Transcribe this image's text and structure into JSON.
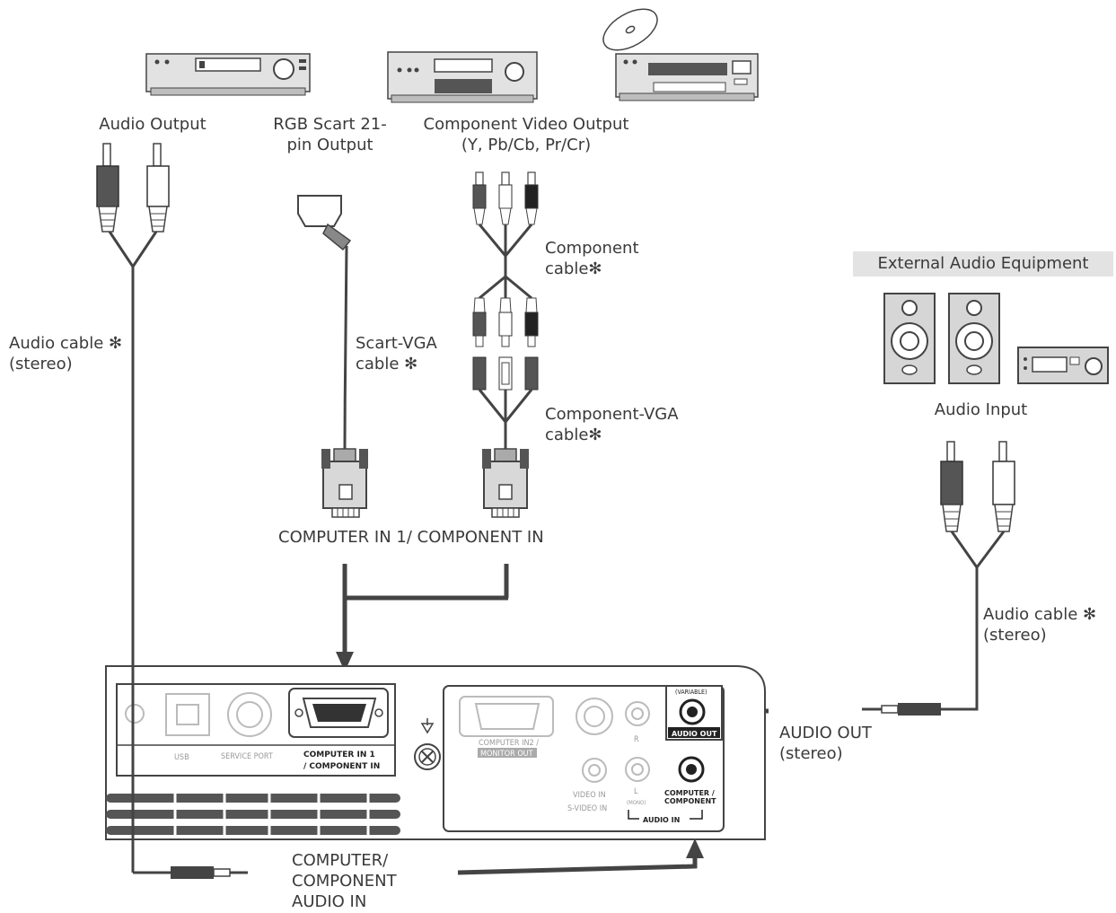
{
  "sources": {
    "audio_output": "Audio Output",
    "rgb_scart_1": "RGB Scart 21-",
    "rgb_scart_2": "pin Output",
    "component_video_1": "Component Video Output",
    "component_video_2": "(Y, Pb/Cb, Pr/Cr)"
  },
  "cables": {
    "audio_cable_left_1": "Audio cable ✻",
    "audio_cable_left_2": "(stereo)",
    "scart_vga_1": "Scart-VGA",
    "scart_vga_2": "cable ✻",
    "component_1": "Component",
    "component_2": "cable✻",
    "component_vga_1": "Component-VGA",
    "component_vga_2": "cable✻",
    "audio_cable_right_1": "Audio cable ✻",
    "audio_cable_right_2": "(stereo)"
  },
  "external": {
    "title": "External Audio Equipment",
    "audio_input": "Audio Input"
  },
  "ports": {
    "computer_in": "COMPUTER IN 1/ COMPONENT IN",
    "audio_out_1": "AUDIO OUT",
    "audio_out_2": "(stereo)",
    "computer_audio_1": "COMPUTER/",
    "computer_audio_2": "COMPONENT",
    "computer_audio_3": "AUDIO IN"
  },
  "panel": {
    "usb": "USB",
    "service_port": "SERVICE PORT",
    "computer_in_1": "COMPUTER IN 1",
    "component_in": "/ COMPONENT IN",
    "computer_in2": "COMPUTER IN2 /",
    "monitor_out": "MONITOR OUT",
    "variable": "(VARIABLE)",
    "audio_out": "AUDIO OUT",
    "video_in": "VIDEO IN",
    "s_video_in": "S-VIDEO IN",
    "r": "R",
    "l": "L",
    "mono": "(MONO)",
    "computer_component_1": "COMPUTER /",
    "computer_component_2": "COMPONENT",
    "audio_in": "AUDIO IN"
  },
  "colors": {
    "line": "#4a4a4a",
    "device": "#d8d8d8",
    "device_dark": "#3a3a3a",
    "label_box": "#e3e3e3"
  }
}
